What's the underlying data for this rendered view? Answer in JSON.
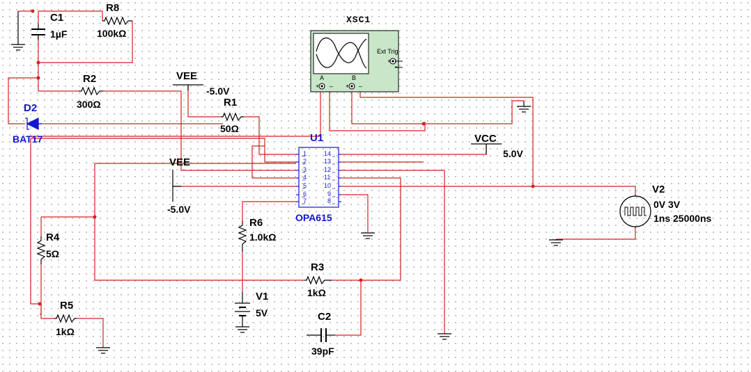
{
  "components": {
    "c1": {
      "ref": "C1",
      "value": "1µF"
    },
    "r8": {
      "ref": "R8",
      "value": "100kΩ"
    },
    "r2": {
      "ref": "R2",
      "value": "300Ω"
    },
    "r1": {
      "ref": "R1",
      "value": "50Ω"
    },
    "d2": {
      "ref": "D2",
      "value": "BAT17"
    },
    "u1": {
      "ref": "U1",
      "value": "OPA615",
      "pins_left": [
        "1",
        "2",
        "3",
        "4",
        "5",
        "6",
        "7"
      ],
      "pins_right": [
        "14",
        "13",
        "12",
        "11",
        "10",
        "9",
        "8"
      ]
    },
    "r6": {
      "ref": "R6",
      "value": "1.0kΩ"
    },
    "r4": {
      "ref": "R4",
      "value": "5Ω"
    },
    "r5": {
      "ref": "R5",
      "value": "1kΩ"
    },
    "r3": {
      "ref": "R3",
      "value": "1kΩ"
    },
    "c2": {
      "ref": "C2",
      "value": "39pF"
    },
    "v1": {
      "ref": "V1",
      "value": "5V"
    },
    "v2": {
      "ref": "V2",
      "line1": "0V 3V",
      "line2": "1ns 25000ns"
    },
    "vee_top": {
      "name": "VEE",
      "value": "-5.0V"
    },
    "vee_mid": {
      "name": "VEE",
      "value": "-5.0V"
    },
    "vcc": {
      "name": "VCC",
      "value": "5.0V"
    }
  },
  "oscilloscope": {
    "ref": "XSC1",
    "ext_trig": "Ext Trig",
    "channel_a": "A",
    "channel_b": "B",
    "plus": "+",
    "minus": "_",
    "minus2": "−"
  },
  "colors": {
    "wire": "#d42020",
    "component": "#000000",
    "label_blue": "#1515d0",
    "scope_body": "#c8e6c8"
  }
}
